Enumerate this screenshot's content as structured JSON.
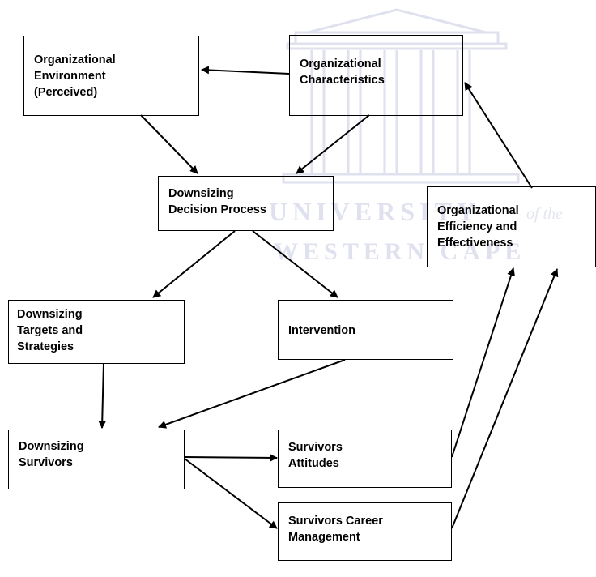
{
  "watermark": {
    "line1": "UNIVERSITY",
    "line1_suffix": "of the",
    "line2": "WESTERN CAPE",
    "color": "#dfe1ee"
  },
  "nodes": {
    "org_environment": "Organizational\nEnvironment\n(Perceived)",
    "org_characteristics": "Organizational\nCharacteristics",
    "decision_process": "Downsizing\nDecision Process",
    "org_efficiency": "Organizational\nEfficiency and\nEffectiveness",
    "targets_strategies": "Downsizing\nTargets and\nStrategies",
    "intervention": "Intervention",
    "survivors": "Downsizing\nSurvivors",
    "survivors_attitudes": "Survivors\nAttitudes",
    "career_management": "Survivors Career\nManagement"
  },
  "edges": [
    {
      "from": "org_characteristics",
      "to": "org_environment"
    },
    {
      "from": "org_environment",
      "to": "decision_process"
    },
    {
      "from": "org_characteristics",
      "to": "decision_process"
    },
    {
      "from": "decision_process",
      "to": "targets_strategies"
    },
    {
      "from": "decision_process",
      "to": "intervention"
    },
    {
      "from": "targets_strategies",
      "to": "survivors"
    },
    {
      "from": "intervention",
      "to": "survivors"
    },
    {
      "from": "survivors",
      "to": "survivors_attitudes"
    },
    {
      "from": "survivors",
      "to": "career_management"
    },
    {
      "from": "survivors_attitudes",
      "to": "org_efficiency"
    },
    {
      "from": "career_management",
      "to": "org_efficiency"
    },
    {
      "from": "org_efficiency",
      "to": "org_characteristics"
    }
  ]
}
